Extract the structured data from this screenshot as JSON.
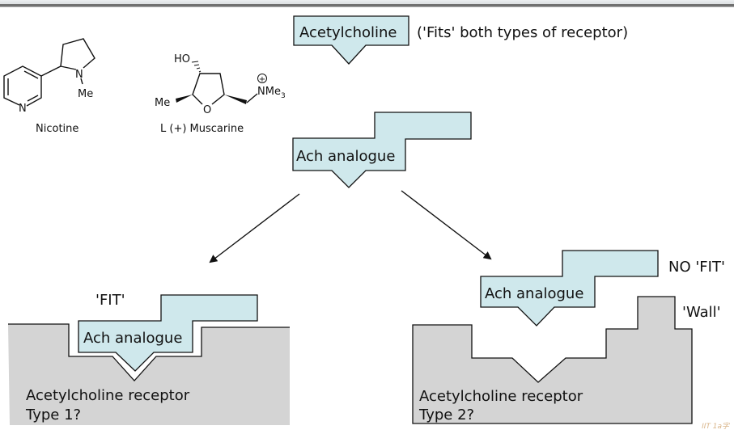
{
  "colors": {
    "analogue_fill": "#cfe8ec",
    "receptor_fill": "#d4d4d4",
    "stroke": "#111111"
  },
  "molecules": {
    "nicotine": {
      "name": "Nicotine",
      "atom_N_ring": "N",
      "atom_N": "N",
      "methyl": "Me"
    },
    "muscarine": {
      "name": "L (+) Muscarine",
      "hydroxyl": "HO",
      "methyl": "Me",
      "oxygen": "O",
      "ammonium": "NMe",
      "ammonium_sub": "3",
      "charge": "+"
    }
  },
  "acetylcholine": {
    "label": "Acetylcholine",
    "note": "('Fits' both types of receptor)"
  },
  "center_analogue": {
    "label": "Ach analogue"
  },
  "left_panel": {
    "status": "'FIT'",
    "analogue_label": "Ach analogue",
    "receptor_line1": "Acetylcholine receptor",
    "receptor_line2": "Type 1?"
  },
  "right_panel": {
    "status": "NO 'FIT'",
    "wall_label": "'Wall'",
    "analogue_label": "Ach analogue",
    "receptor_line1": "Acetylcholine receptor",
    "receptor_line2": "Type 2?"
  },
  "watermark": "IIT 1a字"
}
